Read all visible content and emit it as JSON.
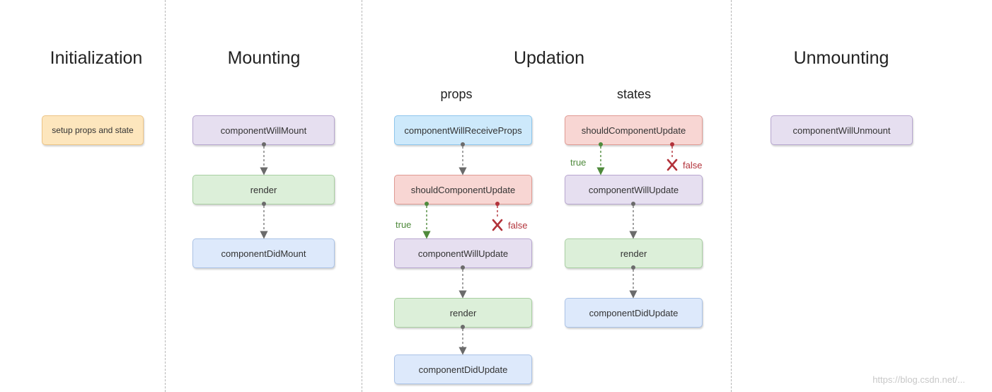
{
  "phases": {
    "initialization": "Initialization",
    "mounting": "Mounting",
    "updation": "Updation",
    "unmounting": "Unmounting"
  },
  "updation_sub": {
    "props": "props",
    "states": "states"
  },
  "initialization": {
    "setup": "setup props and state"
  },
  "mounting": {
    "will_mount": "componentWillMount",
    "render": "render",
    "did_mount": "componentDidMount"
  },
  "props_flow": {
    "will_receive_props": "componentWillReceiveProps",
    "should_update": "shouldComponentUpdate",
    "true_label": "true",
    "false_label": "false",
    "will_update": "componentWillUpdate",
    "render": "render",
    "did_update": "componentDidUpdate"
  },
  "states_flow": {
    "should_update": "shouldComponentUpdate",
    "true_label": "true",
    "false_label": "false",
    "will_update": "componentWillUpdate",
    "render": "render",
    "did_update": "componentDidUpdate"
  },
  "unmounting": {
    "will_unmount": "componentWillUnmount"
  },
  "watermark": "https://blog.csdn.net/..."
}
